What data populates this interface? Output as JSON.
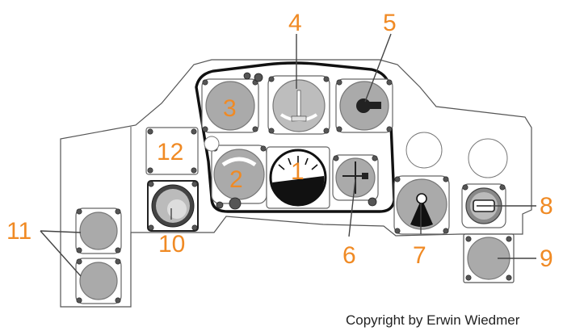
{
  "diagram": {
    "callouts": [
      {
        "id": "1",
        "label": "1"
      },
      {
        "id": "2",
        "label": "2"
      },
      {
        "id": "3",
        "label": "3"
      },
      {
        "id": "4",
        "label": "4"
      },
      {
        "id": "5",
        "label": "5"
      },
      {
        "id": "6",
        "label": "6"
      },
      {
        "id": "7",
        "label": "7"
      },
      {
        "id": "8",
        "label": "8"
      },
      {
        "id": "9",
        "label": "9"
      },
      {
        "id": "10",
        "label": "10"
      },
      {
        "id": "11",
        "label": "11"
      },
      {
        "id": "12",
        "label": "12"
      }
    ],
    "copyright": "Copyright by Erwin Wiedmer"
  },
  "colors": {
    "callout": "#f08a24",
    "gauge_face": "#aaaaaa",
    "panel_outline": "#555555",
    "text": "#222222"
  }
}
